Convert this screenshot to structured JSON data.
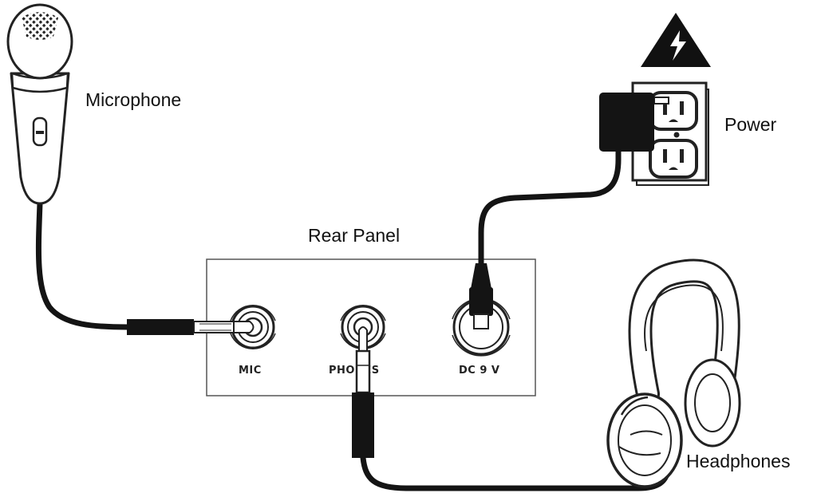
{
  "labels": {
    "microphone": "Microphone",
    "power": "Power",
    "rear_panel": "Rear Panel",
    "headphones": "Headphones"
  },
  "ports": {
    "mic": "MIC",
    "phones": "PHONES",
    "dc": "DC 9 V"
  },
  "icons": {
    "warning": "high-voltage-warning-icon"
  },
  "colors": {
    "ink": "#111111",
    "cable": "#141414",
    "outline": "#222222",
    "paper": "#ffffff"
  }
}
